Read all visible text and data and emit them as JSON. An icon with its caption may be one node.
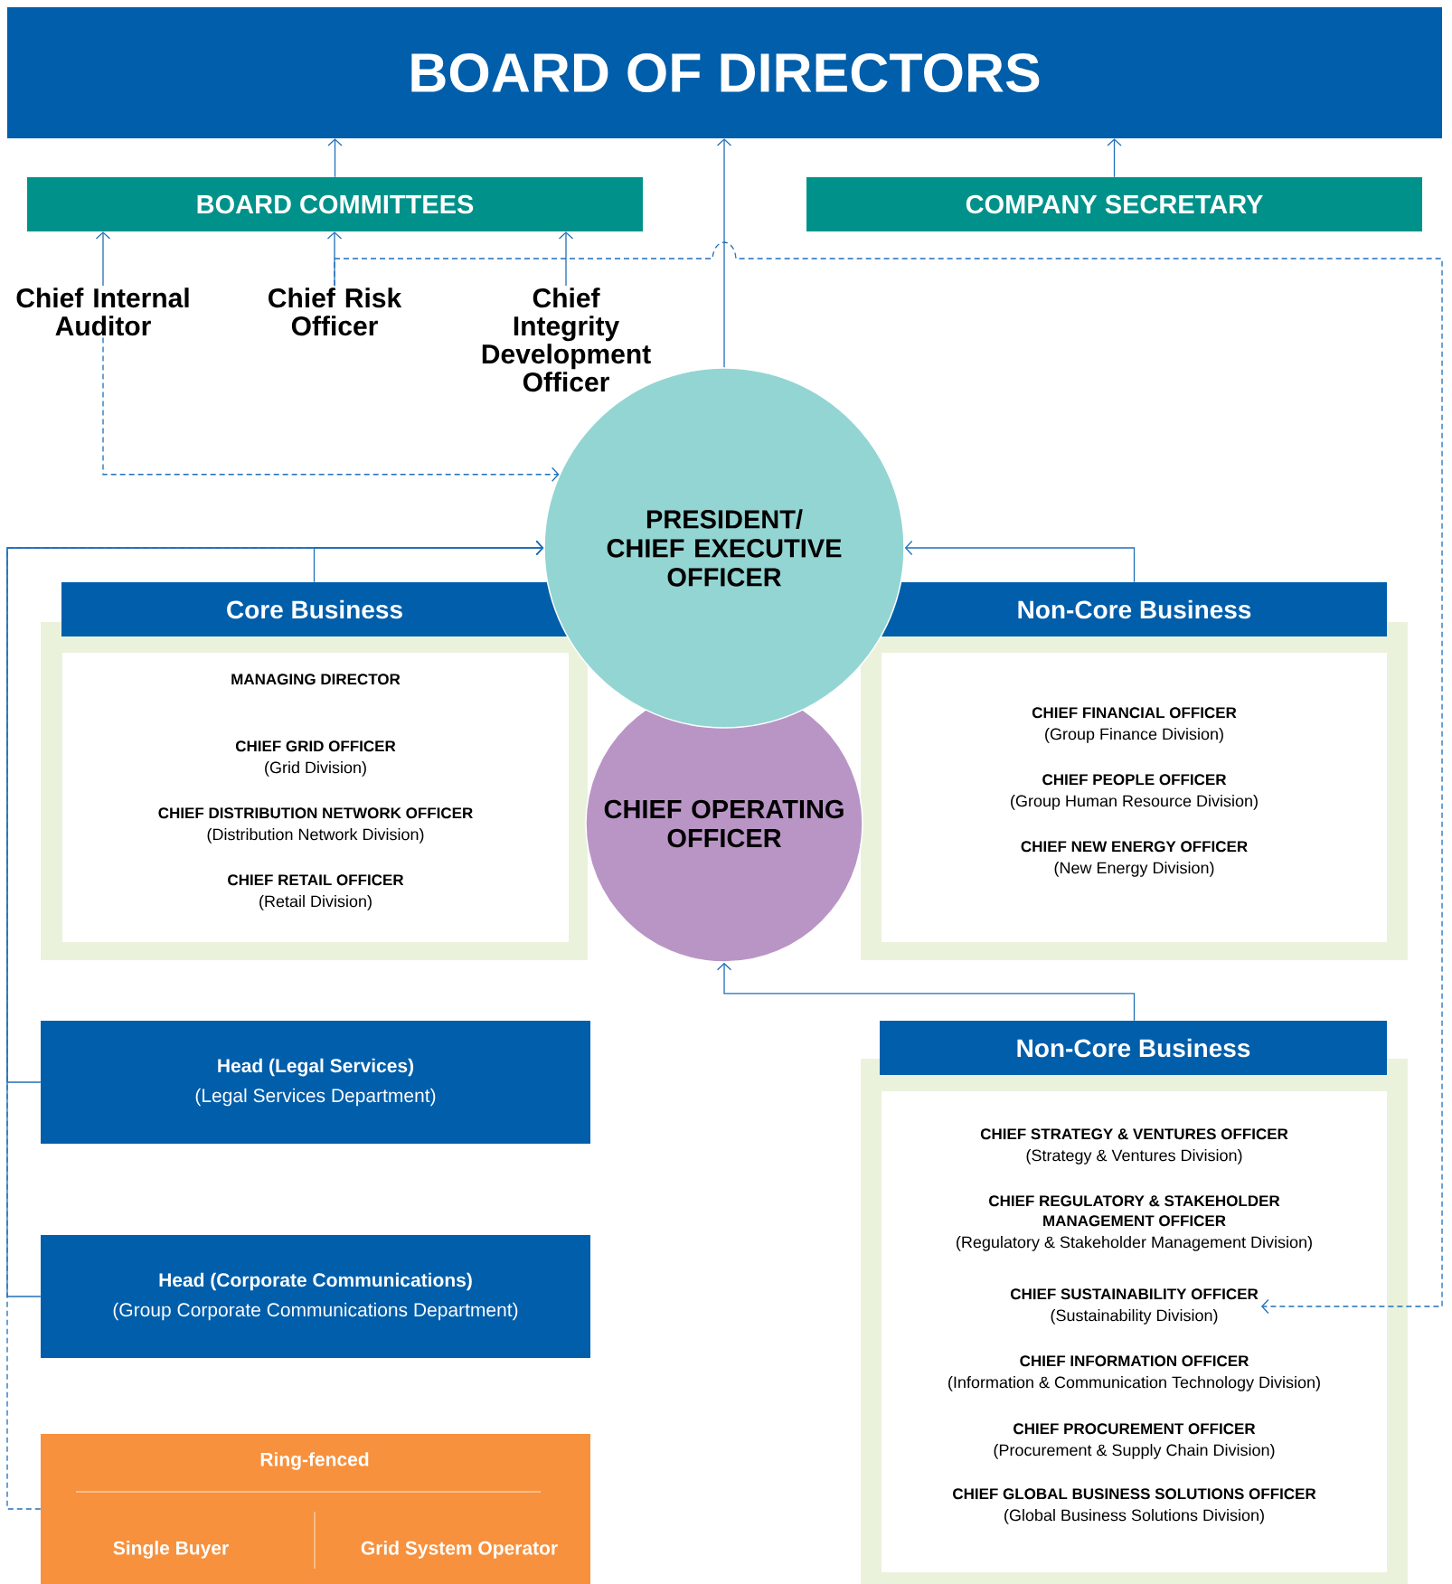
{
  "diagram": {
    "nodes": [
      {
        "text": [
          "BOARD OF DIRECTORS"
        ]
      },
      {
        "text": [
          "BOARD COMMITTEES"
        ]
      },
      {
        "text": [
          "COMPANY SECRETARY"
        ]
      },
      {
        "text": [
          "Chief Internal Auditor"
        ]
      },
      {
        "text": [
          "Chief Risk Officer"
        ]
      },
      {
        "text": [
          "Chief Integrity Development Officer"
        ]
      },
      {
        "text": [
          "PRESIDENT/ CHIEF EXECUTIVE OFFICER"
        ]
      },
      {
        "text": [
          "Core Business"
        ]
      },
      {
        "text": [
          "MANAGING DIRECTOR"
        ],
        "in": 7
      },
      {
        "text": [
          "CHIEF GRID OFFICER",
          "(Grid Division)"
        ],
        "in": 7
      },
      {
        "text": [
          "CHIEF DISTRIBUTION NETWORK OFFICER",
          "(Distribution Network Division)"
        ],
        "in": 7
      },
      {
        "text": [
          "CHIEF RETAIL OFFICER",
          "(Retail Division)"
        ],
        "in": 7
      },
      {
        "text": [
          "CHIEF OPERATING OFFICER"
        ]
      },
      {
        "text": [
          "Non-Core Business"
        ]
      },
      {
        "text": [
          "CHIEF FINANCIAL OFFICER",
          "(Group Finance Division)"
        ],
        "in": 13
      },
      {
        "text": [
          "CHIEF PEOPLE OFFICER",
          "(Group Human Resource Division)"
        ],
        "in": 13
      },
      {
        "text": [
          "CHIEF NEW ENERGY OFFICER",
          "(New Energy Division)"
        ],
        "in": 13
      },
      {
        "text": [
          "Head (Legal Services)",
          "(Legal Services Department)"
        ]
      },
      {
        "text": [
          "Head (Corporate Communications)",
          "(Group Corporate Communications Department)"
        ]
      },
      {
        "text": [
          "Ring-fenced",
          "Single Buyer",
          "Grid System Operator"
        ]
      },
      {
        "text": [
          "Non-Core Business"
        ]
      },
      {
        "text": [
          "CHIEF STRATEGY & VENTURES OFFICER",
          "(Strategy & Ventures Division)"
        ],
        "in": 20
      },
      {
        "text": [
          "CHIEF REGULATORY & STAKEHOLDER MANAGEMENT OFFICER",
          "(Regulatory & Stakeholder Management Division)"
        ],
        "in": 20
      },
      {
        "text": [
          "CHIEF SUSTAINABILITY OFFICER",
          "(Sustainability Division)"
        ],
        "in": 20
      },
      {
        "text": [
          "CHIEF INFORMATION OFFICER",
          "(Information & Communication Technology Division)"
        ],
        "in": 20
      },
      {
        "text": [
          "CHIEF PROCUREMENT OFFICER",
          "(Procurement & Supply Chain Division)"
        ],
        "in": 20
      },
      {
        "text": [
          "CHIEF GLOBAL BUSINESS SOLUTIONS OFFICER",
          "(Global Business Solutions Division)"
        ],
        "in": 20
      }
    ],
    "edges": [
      {
        "from": 1,
        "to": 0,
        "arrow": "to"
      },
      {
        "from": 2,
        "to": 0,
        "arrow": "to"
      },
      {
        "from": 6,
        "to": 0,
        "arrow": "to"
      },
      {
        "from": 3,
        "to": 1,
        "arrow": "to"
      },
      {
        "from": 4,
        "to": 1,
        "arrow": "to"
      },
      {
        "from": 5,
        "to": 1,
        "arrow": "to"
      },
      {
        "from": 3,
        "to": 6,
        "arrow": "to",
        "style": "dashed"
      },
      {
        "from": 4,
        "to": 23,
        "arrow": "to",
        "style": "dashed"
      },
      {
        "from": 7,
        "to": 6,
        "arrow": "to"
      },
      {
        "from": 17,
        "to": 6,
        "arrow": "to"
      },
      {
        "from": 18,
        "to": 6,
        "arrow": "to"
      },
      {
        "from": 19,
        "to": 6,
        "arrow": "to",
        "style": "dashed"
      },
      {
        "from": 13,
        "to": 6,
        "arrow": "to"
      },
      {
        "from": 20,
        "to": 12,
        "arrow": "to"
      }
    ]
  }
}
